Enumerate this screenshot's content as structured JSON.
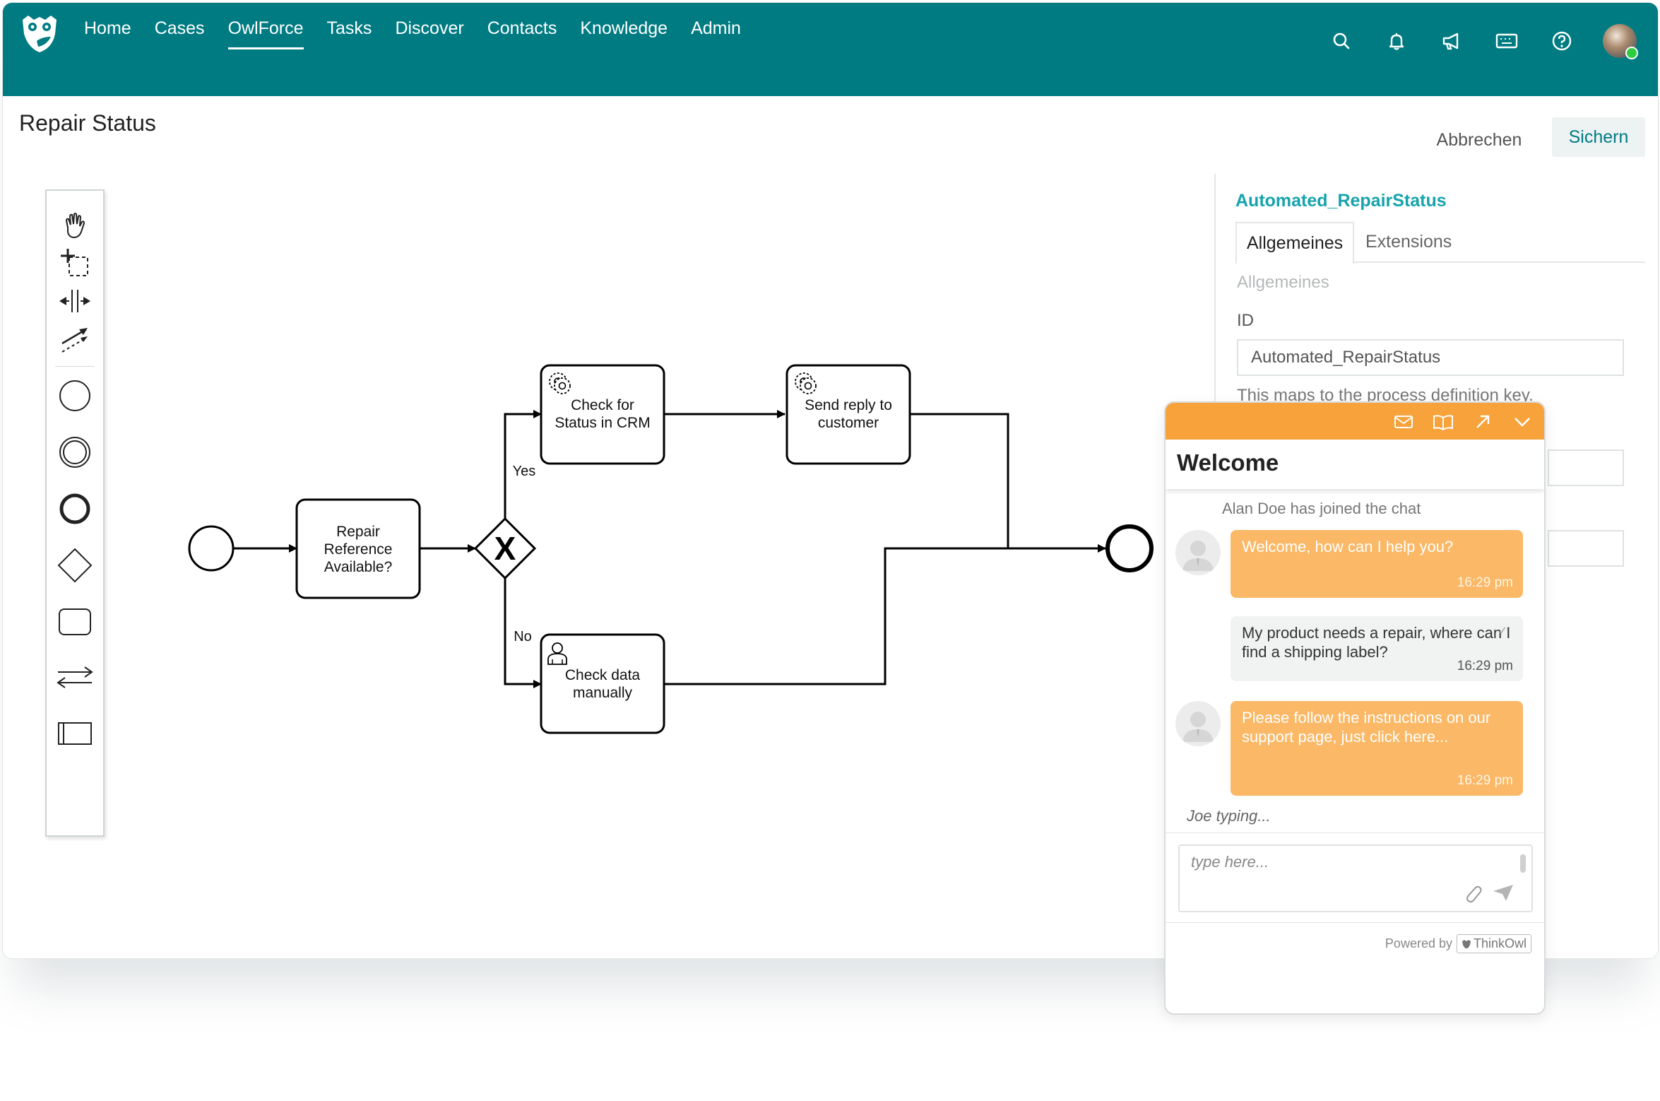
{
  "nav": {
    "items": [
      {
        "label": "Home",
        "active": false
      },
      {
        "label": "Cases",
        "active": false
      },
      {
        "label": "OwlForce",
        "active": true
      },
      {
        "label": "Tasks",
        "active": false
      },
      {
        "label": "Discover",
        "active": false
      },
      {
        "label": "Contacts",
        "active": false
      },
      {
        "label": "Knowledge",
        "active": false
      },
      {
        "label": "Admin",
        "active": false
      }
    ],
    "icons": [
      "search-icon",
      "bell-icon",
      "megaphone-icon",
      "keyboard-icon",
      "help-icon"
    ],
    "brand_color": "#007b82"
  },
  "page": {
    "title": "Repair Status",
    "cancel_label": "Abbrechen",
    "save_label": "Sichern"
  },
  "palette": {
    "tools": [
      "hand-tool-icon",
      "lasso-tool-icon",
      "space-tool-icon",
      "connect-tool-icon",
      "start-event-icon",
      "intermediate-event-icon",
      "end-event-icon",
      "gateway-icon",
      "task-icon",
      "data-object-icon",
      "pool-icon"
    ]
  },
  "diagram": {
    "tasks": {
      "repair_ref": [
        "Repair",
        "Reference",
        "Available?"
      ],
      "check_crm": [
        "Check for",
        "Status in CRM"
      ],
      "send_reply": [
        "Send reply to",
        "customer"
      ],
      "check_manual": [
        "Check data",
        "manually"
      ]
    },
    "gateway_symbol": "X",
    "flow_yes": "Yes",
    "flow_no": "No"
  },
  "properties": {
    "process_name": "Automated_RepairStatus",
    "tabs": [
      "Allgemeines",
      "Extensions"
    ],
    "section": "Allgemeines",
    "id_label": "ID",
    "id_value": "Automated_RepairStatus",
    "hint": "This maps to the process definition key."
  },
  "chat": {
    "accent": "#f7a23b",
    "header_icons": [
      "email-icon",
      "book-icon",
      "expand-icon",
      "collapse-icon"
    ],
    "welcome": "Welcome",
    "system_message": "Alan Doe has joined the chat",
    "messages": [
      {
        "from": "agent",
        "text": "Welcome, how can I help you?",
        "time": "16:29 pm"
      },
      {
        "from": "user",
        "text": "My product needs a repair, where can I find a shipping label?",
        "time": "16:29 pm"
      },
      {
        "from": "agent",
        "text": "Please follow the instructions on our support page, just click here...",
        "time": "16:29 pm"
      }
    ],
    "typing": "Joe typing...",
    "input_placeholder": "type here...",
    "powered_by": "Powered by",
    "brand": "ThinkOwl"
  }
}
